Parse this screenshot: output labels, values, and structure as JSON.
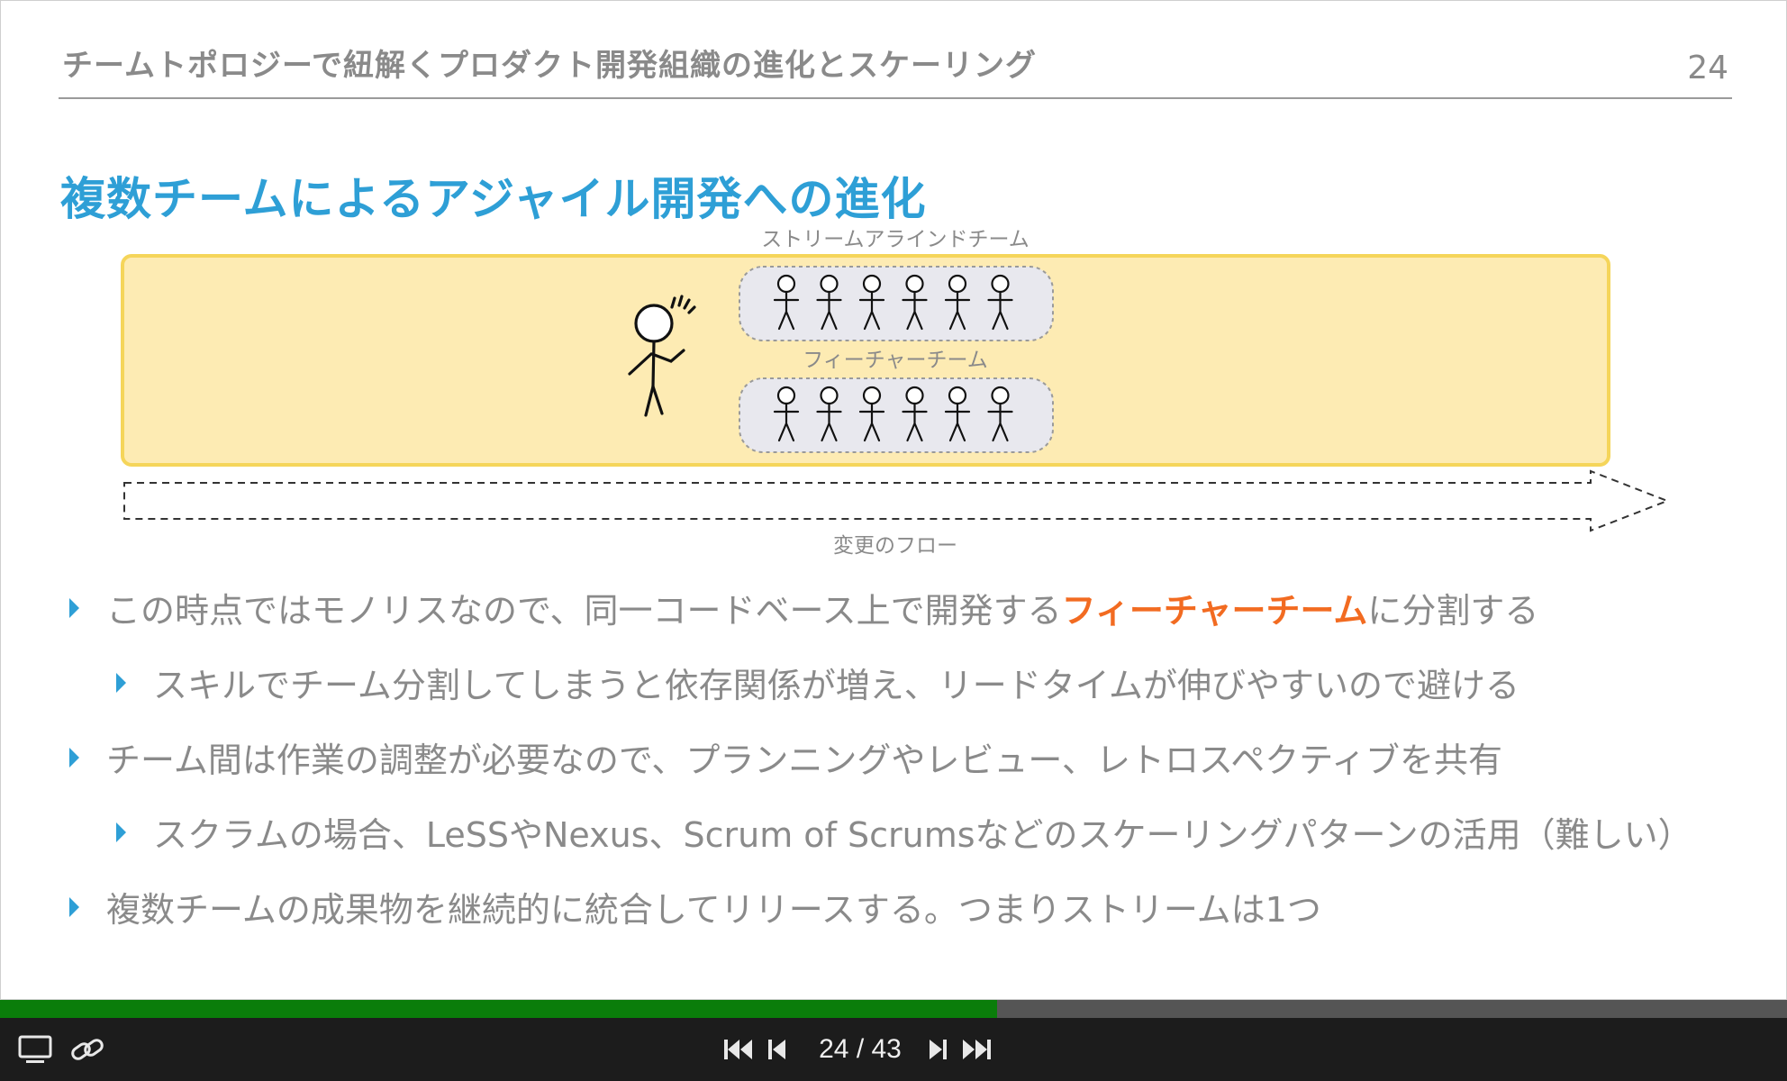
{
  "slide": {
    "header_title": "チームトポロジーで紐解くプロダクト開発組織の進化とスケーリング",
    "page_number": "24",
    "heading": "複数チームによるアジャイル開発への進化"
  },
  "diagram": {
    "stream_label": "ストリームアラインドチーム",
    "feature_label": "フィーチャーチーム",
    "flow_label": "変更のフロー",
    "team_member_count": 6,
    "team_count": 2
  },
  "bullets": [
    {
      "level": 1,
      "before": "この時点ではモノリスなので、同一コードベース上で開発する",
      "highlight": "フィーチャーチーム",
      "after": "に分割する"
    },
    {
      "level": 2,
      "before": "スキルでチーム分割してしまうと依存関係が増え、リードタイムが伸びやすいので避ける",
      "highlight": "",
      "after": ""
    },
    {
      "level": 1,
      "before": "チーム間は作業の調整が必要なので、プランニングやレビュー、レトロスペクティブを共有",
      "highlight": "",
      "after": ""
    },
    {
      "level": 2,
      "before": "スクラムの場合、LeSSやNexus、Scrum of Scrumsなどのスケーリングパターンの活用（難しい）",
      "highlight": "",
      "after": ""
    },
    {
      "level": 1,
      "before": "複数チームの成果物を継続的に統合してリリースする。つまりストリームは1つ",
      "highlight": "",
      "after": ""
    }
  ],
  "player": {
    "counter": "24 / 43",
    "progress": 0.558,
    "icons": {
      "presenter": "monitor-icon",
      "link": "link-icon",
      "first": "skip-first-icon",
      "prev": "prev-icon",
      "next": "next-icon",
      "last": "skip-last-icon"
    }
  },
  "colors": {
    "heading": "#2e9fd6",
    "highlight": "#f26b21",
    "band_fill": "#fdebb3",
    "band_border": "#f5d55a",
    "team_fill": "#e8e8ee",
    "progress": "#0a7d0a"
  }
}
